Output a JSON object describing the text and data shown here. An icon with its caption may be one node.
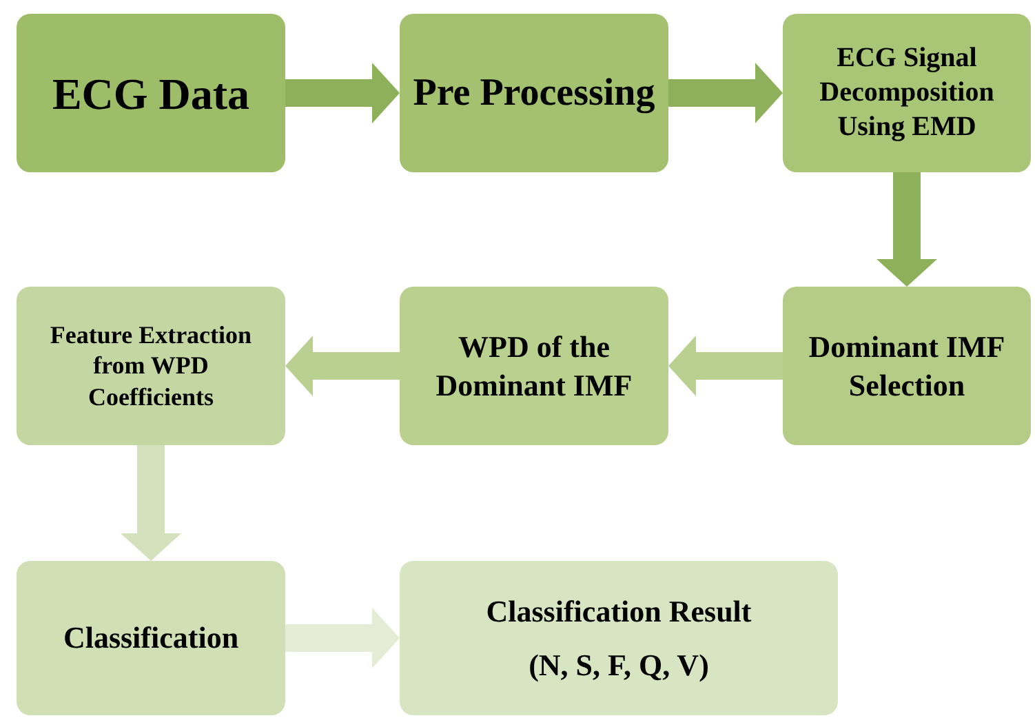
{
  "diagram": {
    "nodes": [
      {
        "text": [
          "ECG Data"
        ]
      },
      {
        "text": [
          "Pre Processing"
        ]
      },
      {
        "text": [
          "ECG Signal Decomposition Using EMD"
        ]
      },
      {
        "text": [
          "Dominant IMF Selection"
        ]
      },
      {
        "text": [
          "WPD of the Dominant IMF"
        ]
      },
      {
        "text": [
          "Feature Extraction from WPD Coefficients"
        ]
      },
      {
        "text": [
          "Classification"
        ]
      },
      {
        "text": [
          "Classification Result",
          "(N, S, F, Q, V)"
        ]
      }
    ],
    "edges": [
      {
        "from": 0,
        "to": 1,
        "arrow": "to"
      },
      {
        "from": 1,
        "to": 2,
        "arrow": "to"
      },
      {
        "from": 2,
        "to": 3,
        "arrow": "to"
      },
      {
        "from": 3,
        "to": 4,
        "arrow": "to",
        "color": "#b9d091"
      },
      {
        "from": 4,
        "to": 5,
        "arrow": "to",
        "color": "#b9d091"
      },
      {
        "from": 5,
        "to": 6,
        "arrow": "to",
        "color": "#d3e1bc"
      },
      {
        "from": 6,
        "to": 7,
        "arrow": "to",
        "color": "#e4ecd6"
      }
    ]
  }
}
